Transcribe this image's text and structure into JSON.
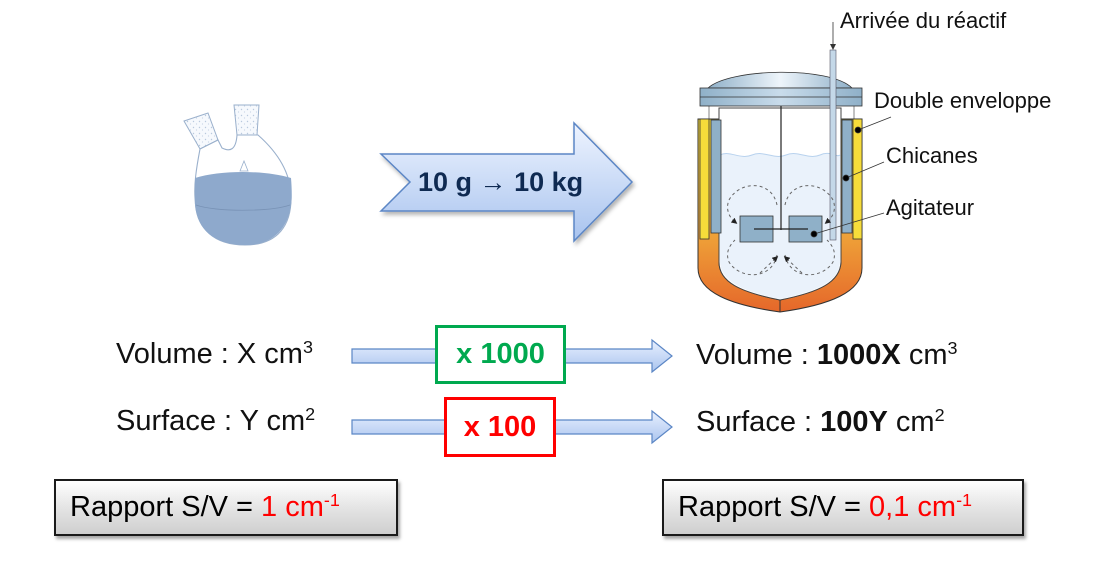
{
  "colors": {
    "arrow_fill_top": "#e6efff",
    "arrow_fill_bottom": "#a9c4ee",
    "arrow_stroke": "#5b86c5",
    "arrow_text": "#0f2a52",
    "flask_liquid": "#8ea9cc",
    "reactor_steel": "#8fb0c8",
    "reactor_jacket_top": "#f5da3a",
    "reactor_jacket_bottom": "#e8702a",
    "reactor_liquid": "#eaf2fb",
    "factor_volume": "#00a94f",
    "factor_surface": "#ff0000",
    "highlight_red": "#ff0000"
  },
  "scale_arrow": {
    "from": "10 g",
    "arrow": "→",
    "to": "10 kg"
  },
  "reactor_labels": {
    "inlet": "Arrivée du réactif",
    "jacket": "Double enveloppe",
    "baffles": "Chicanes",
    "stirrer": "Agitateur"
  },
  "rows": [
    {
      "id": "volume",
      "left_prefix": "Volume : X cm",
      "left_exp": "3",
      "factor": "x 1000",
      "right_prefix": "Volume : ",
      "right_bold": "1000X",
      "right_unit": " cm",
      "right_exp": "3"
    },
    {
      "id": "surface",
      "left_prefix": "Surface : Y cm",
      "left_exp": "2",
      "factor": "x 100",
      "right_prefix": "Surface : ",
      "right_bold": "100Y",
      "right_unit": " cm",
      "right_exp": "2"
    }
  ],
  "ratios": {
    "small": {
      "label": "Rapport S/V = ",
      "value": "1 cm",
      "exp": "-1"
    },
    "large": {
      "label": "Rapport S/V = ",
      "value": "0,1 cm",
      "exp": "-1"
    }
  }
}
